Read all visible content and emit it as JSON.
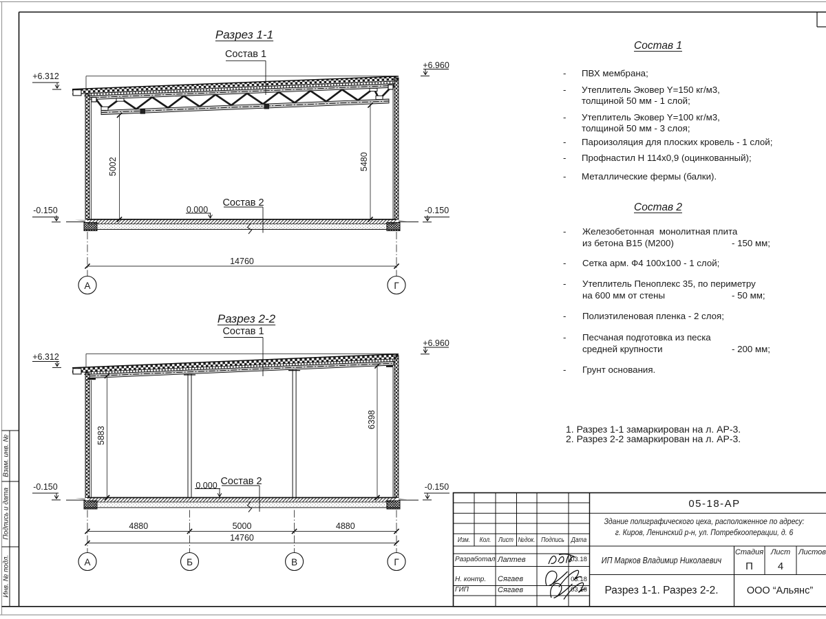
{
  "sheet": {
    "side_labels": [
      "Взам. инв. №",
      "Подпись и дата",
      "Инв. № подл."
    ]
  },
  "s1": {
    "title": "Разрез 1-1",
    "label_roof": "Состав 1",
    "label_floor": "Состав 2",
    "elev_left": "+6.312",
    "elev_right": "+6.960",
    "elev_zero": "0.000",
    "elev_ground": "-0.150",
    "dim_left": "5002",
    "dim_right": "5480",
    "dim_total": "14760",
    "axis_left": "А",
    "axis_right": "Г"
  },
  "s2": {
    "title": "Разрез 2-2",
    "label_roof": "Состав 1",
    "label_floor": "Состав 2",
    "elev_left": "+6.312",
    "elev_right": "+6.960",
    "elev_zero": "0.000",
    "elev_ground": "-0.150",
    "dim_left": "5883",
    "dim_right": "6398",
    "spans": [
      "4880",
      "5000",
      "4880"
    ],
    "dim_total": "14760",
    "axes": [
      "А",
      "Б",
      "В",
      "Г"
    ]
  },
  "bullet": "-",
  "c1": {
    "title": "Состав 1",
    "lines": [
      "ПВХ мембрана;",
      "Утеплитель Эковер Y=150 кг/м3,",
      "толщиной 50 мм - 1 слой;",
      "Утеплитель Эковер Y=100 кг/м3,",
      "толщиной 50 мм - 3 слоя;",
      "Пароизоляция для плоских кровель - 1 слой;",
      "Профнастил Н 114х0,9 (оцинкованный);",
      "Металлические фермы (балки)."
    ]
  },
  "c2": {
    "title": "Состав 2",
    "lines": [
      "Железобетонная  монолитная плита",
      "из бетона В15 (М200)",
      "- 150 мм;",
      "Сетка арм. Ф4 100х100 - 1 слой;",
      "Утеплитель Пеноплекс 35, по периметру",
      "на 600 мм от стены",
      "- 50 мм;",
      "Полиэтиленовая пленка - 2 слоя;",
      "Песчаная подготовка из песка",
      "средней крупности",
      "- 200 мм;",
      "Грунт основания."
    ]
  },
  "notes": [
    "1. Разрез 1-1 замаркирован на л. АР-3.",
    "2. Разрез 2-2 замаркирован на л. АР-3."
  ],
  "tb": {
    "doc_number": "05-18-АР",
    "project_line1": "Здание полиграфического цеха, расположенное по адресу:",
    "project_line2": "г. Киров,  Ленинский р-н, ул. Потребкооперации, д. 6",
    "client": "ИП Марков Владимир Николаевич",
    "sheet_title": "Разрез 1-1. Разрез 2-2.",
    "company": "ООО “Альянс”",
    "cols": [
      "Изм.",
      "Кол.",
      "Лист",
      "№док.",
      "Подпись",
      "Дата"
    ],
    "stage_label": "Стадия",
    "sheet_label": "Лист",
    "sheets_label": "Листов",
    "stage": "П",
    "sheet_number": "4",
    "rows": [
      {
        "role": "Разработал",
        "name": "Лаптев",
        "date": "03.18"
      },
      {
        "role": "Н. контр.",
        "name": "Сягаев",
        "date": "03.18"
      },
      {
        "role": "ГИП",
        "name": "Сягаев",
        "date": "03.18"
      }
    ]
  }
}
